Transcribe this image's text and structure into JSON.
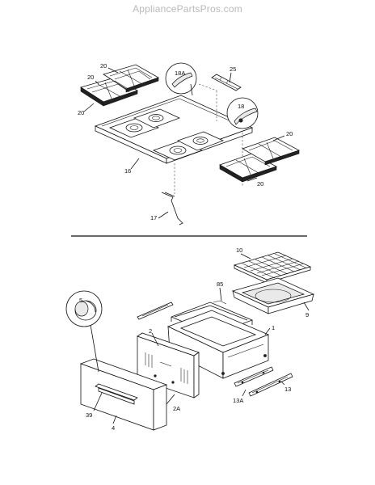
{
  "watermark": "AppliancePartsPros.com",
  "callouts": {
    "c20a": "20",
    "c20b": "20",
    "c20c": "20",
    "c20d": "20",
    "c18A": "18A",
    "c25": "25",
    "c18": "18",
    "c16": "16",
    "c17": "17",
    "c10": "10",
    "c85": "85",
    "c9": "9",
    "c1": "1",
    "c2": "2",
    "c2A": "2A",
    "c5": "5",
    "c39": "39",
    "c4": "4",
    "c13": "13",
    "c13A": "13A"
  },
  "colors": {
    "line": "#111111",
    "watermark": "#b9b9b9",
    "background": "#ffffff"
  }
}
